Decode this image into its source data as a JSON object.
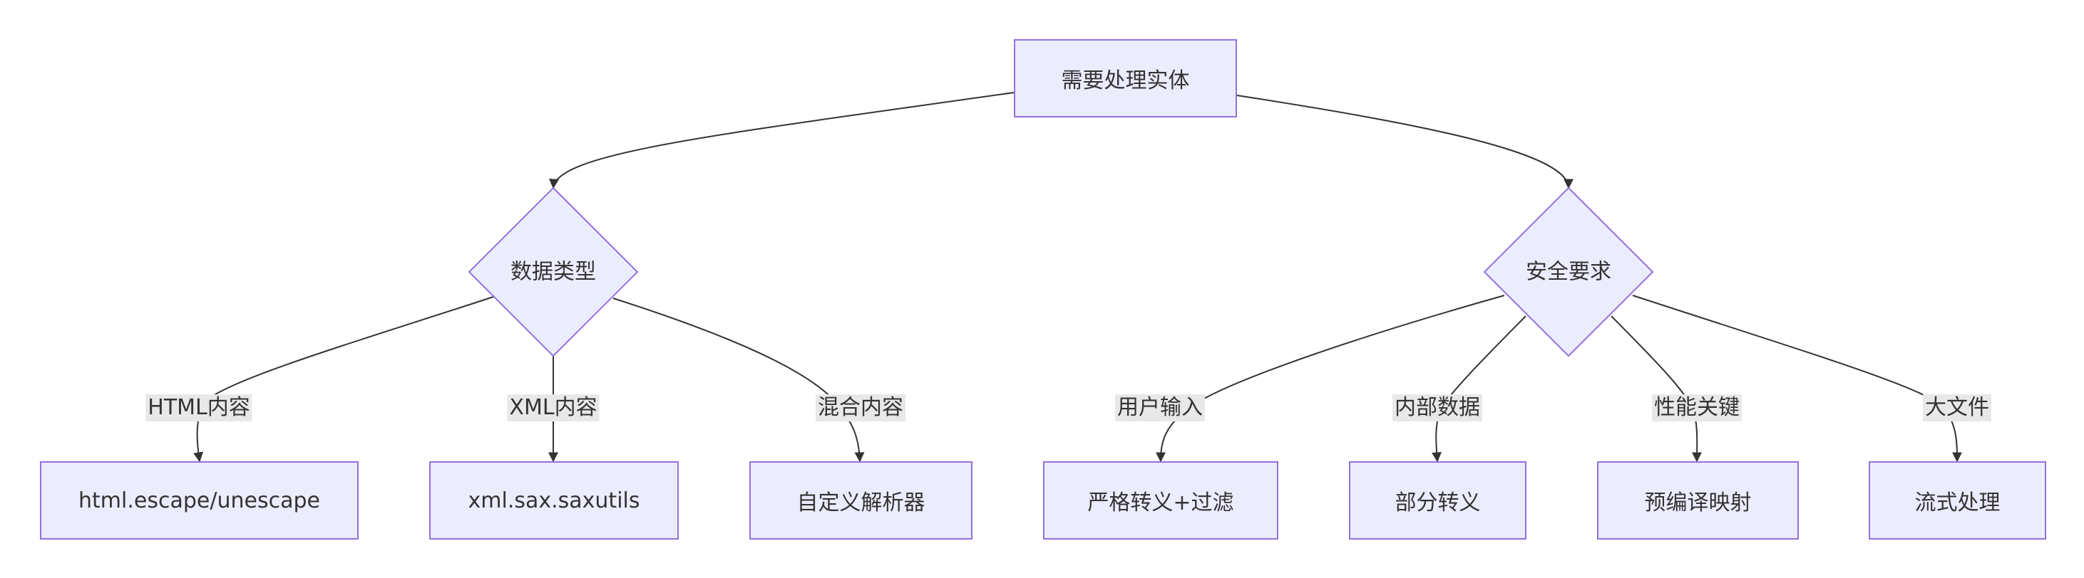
{
  "diagram": {
    "root": {
      "label": "需要处理实体"
    },
    "decisions": [
      {
        "label": "数据类型"
      },
      {
        "label": "安全要求"
      }
    ],
    "leaves": [
      {
        "label": "html.escape/unescape"
      },
      {
        "label": "xml.sax.saxutils"
      },
      {
        "label": "自定义解析器"
      },
      {
        "label": "严格转义+过滤"
      },
      {
        "label": "部分转义"
      },
      {
        "label": "预编译映射"
      },
      {
        "label": "流式处理"
      }
    ],
    "edge_labels": [
      "HTML内容",
      "XML内容",
      "混合内容",
      "用户输入",
      "内部数据",
      "性能关键",
      "大文件"
    ],
    "colors": {
      "node_fill": "#ececff",
      "node_stroke": "#9370db",
      "edge": "#333333",
      "label_bg": "#e8e8e8"
    }
  }
}
